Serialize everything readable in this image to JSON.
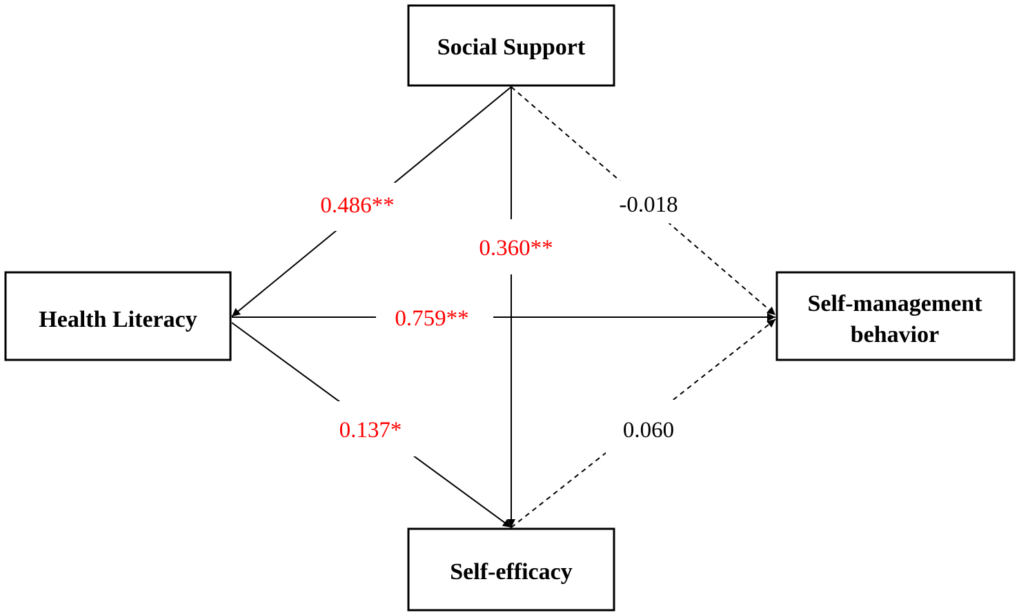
{
  "colors": {
    "significant": "#ff0000",
    "nonsignificant": "#000000",
    "line": "#000000",
    "background": "#ffffff"
  },
  "nodes": {
    "social_support": {
      "lines": [
        "Social Support"
      ]
    },
    "health_literacy": {
      "lines": [
        "Health Literacy"
      ]
    },
    "self_management": {
      "lines": [
        "Self-management",
        "behavior"
      ]
    },
    "self_efficacy": {
      "lines": [
        "Self-efficacy"
      ]
    }
  },
  "edges": {
    "ss_to_hl": {
      "label": "0.486**",
      "significant": true,
      "style": "solid"
    },
    "ss_to_se": {
      "label": "0.360**",
      "significant": true,
      "style": "solid"
    },
    "ss_to_sm": {
      "label": "-0.018",
      "significant": false,
      "style": "dashed"
    },
    "hl_to_sm": {
      "label": "0.759**",
      "significant": true,
      "style": "solid"
    },
    "hl_to_se": {
      "label": "0.137*",
      "significant": true,
      "style": "solid"
    },
    "se_to_sm": {
      "label": "0.060",
      "significant": false,
      "style": "dashed"
    }
  }
}
